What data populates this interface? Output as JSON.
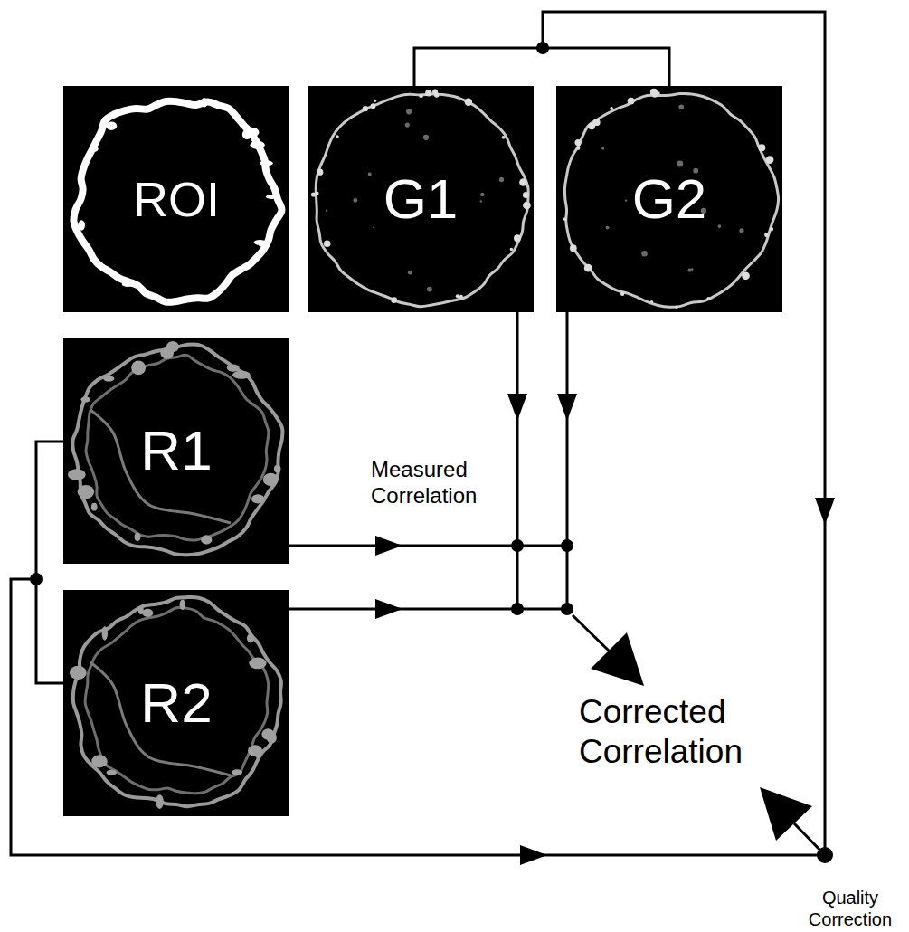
{
  "diagram": {
    "nodes": [
      {
        "text": [
          "ROI"
        ]
      },
      {
        "text": [
          "G1"
        ]
      },
      {
        "text": [
          "G2"
        ]
      },
      {
        "text": [
          "R1"
        ]
      },
      {
        "text": [
          "R2"
        ]
      }
    ],
    "labels": [
      "Measured Correlation",
      "Corrected Correlation",
      "Quality Correction"
    ]
  }
}
